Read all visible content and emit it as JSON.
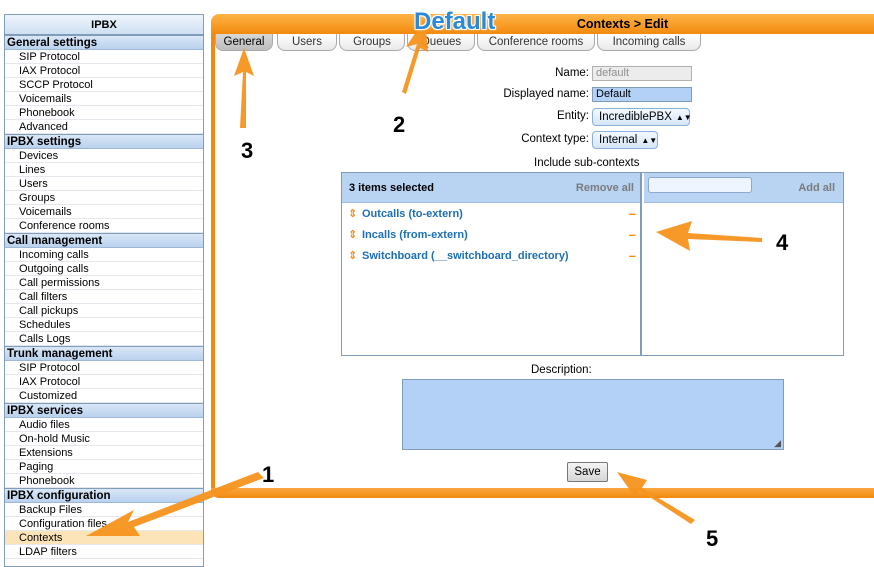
{
  "sidebar": {
    "title": "IPBX",
    "sections": [
      {
        "head": "General settings",
        "items": [
          "SIP Protocol",
          "IAX Protocol",
          "SCCP Protocol",
          "Voicemails",
          "Phonebook",
          "Advanced"
        ]
      },
      {
        "head": "IPBX settings",
        "items": [
          "Devices",
          "Lines",
          "Users",
          "Groups",
          "Voicemails",
          "Conference rooms"
        ]
      },
      {
        "head": "Call management",
        "items": [
          "Incoming calls",
          "Outgoing calls",
          "Call permissions",
          "Call filters",
          "Call pickups",
          "Schedules",
          "Calls Logs"
        ]
      },
      {
        "head": "Trunk management",
        "items": [
          "SIP Protocol",
          "IAX Protocol",
          "Customized"
        ]
      },
      {
        "head": "IPBX services",
        "items": [
          "Audio files",
          "On-hold Music",
          "Extensions",
          "Paging",
          "Phonebook"
        ]
      },
      {
        "head": "IPBX configuration",
        "items": [
          "Backup Files",
          "Configuration files",
          "Contexts",
          "LDAP filters"
        ]
      }
    ],
    "active_item": "Contexts"
  },
  "header": {
    "title": "Contexts > Edit",
    "context_name_overlay": "Default"
  },
  "tabs": [
    "General",
    "Users",
    "Groups",
    "Queues",
    "Conference rooms",
    "Incoming calls"
  ],
  "active_tab": "General",
  "form": {
    "name_label": "Name:",
    "name_value": "default",
    "displayed_name_label": "Displayed name:",
    "displayed_name_value": "Default",
    "entity_label": "Entity:",
    "entity_value": "IncrediblePBX",
    "context_type_label": "Context type:",
    "context_type_value": "Internal",
    "include_label": "Include sub-contexts",
    "selected_count": "3 items selected",
    "remove_all": "Remove all",
    "add_all": "Add all",
    "selected_items": [
      "Outcalls (to-extern)",
      "Incalls (from-extern)",
      "Switchboard (__switchboard_directory)"
    ],
    "description_label": "Description:",
    "save_label": "Save"
  },
  "annotations": {
    "n1": "1",
    "n2": "2",
    "n3": "3",
    "n4": "4",
    "n5": "5",
    "arrow_color": "#f7941d"
  }
}
